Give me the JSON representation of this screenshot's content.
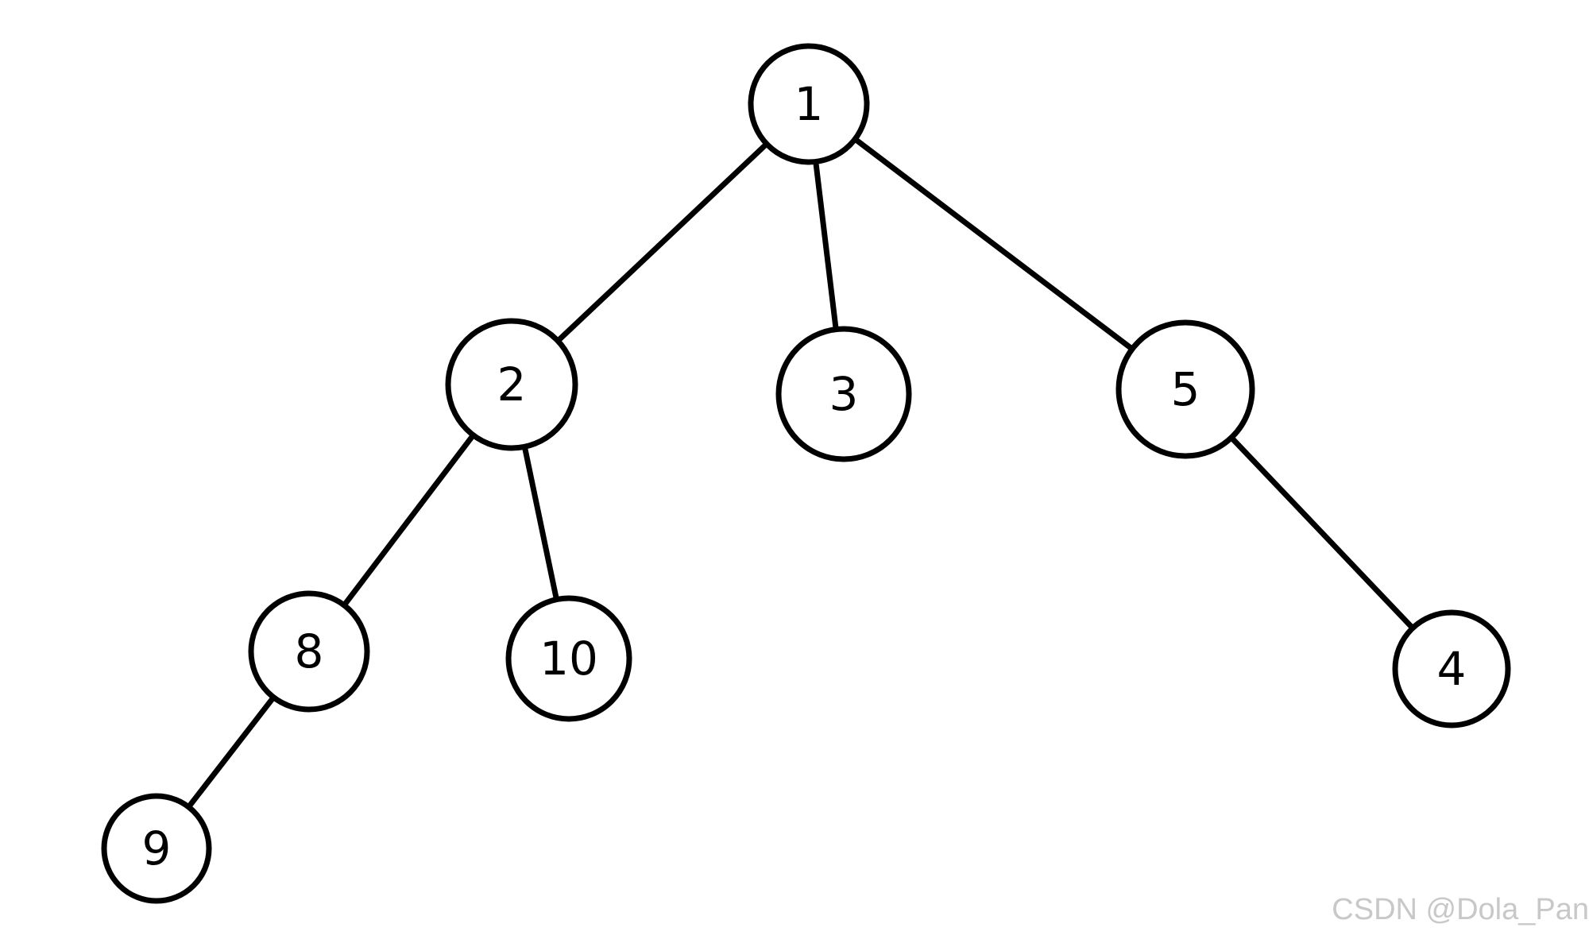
{
  "tree": {
    "nodes": [
      {
        "id": "1",
        "label": "1"
      },
      {
        "id": "2",
        "label": "2"
      },
      {
        "id": "3",
        "label": "3"
      },
      {
        "id": "5",
        "label": "5"
      },
      {
        "id": "8",
        "label": "8"
      },
      {
        "id": "10",
        "label": "10"
      },
      {
        "id": "4",
        "label": "4"
      },
      {
        "id": "9",
        "label": "9"
      }
    ],
    "edges": [
      {
        "from": "1",
        "to": "2"
      },
      {
        "from": "1",
        "to": "3"
      },
      {
        "from": "1",
        "to": "5"
      },
      {
        "from": "2",
        "to": "8"
      },
      {
        "from": "2",
        "to": "10"
      },
      {
        "from": "5",
        "to": "4"
      },
      {
        "from": "8",
        "to": "9"
      }
    ]
  },
  "watermark": "CSDN @Dola_Pan"
}
